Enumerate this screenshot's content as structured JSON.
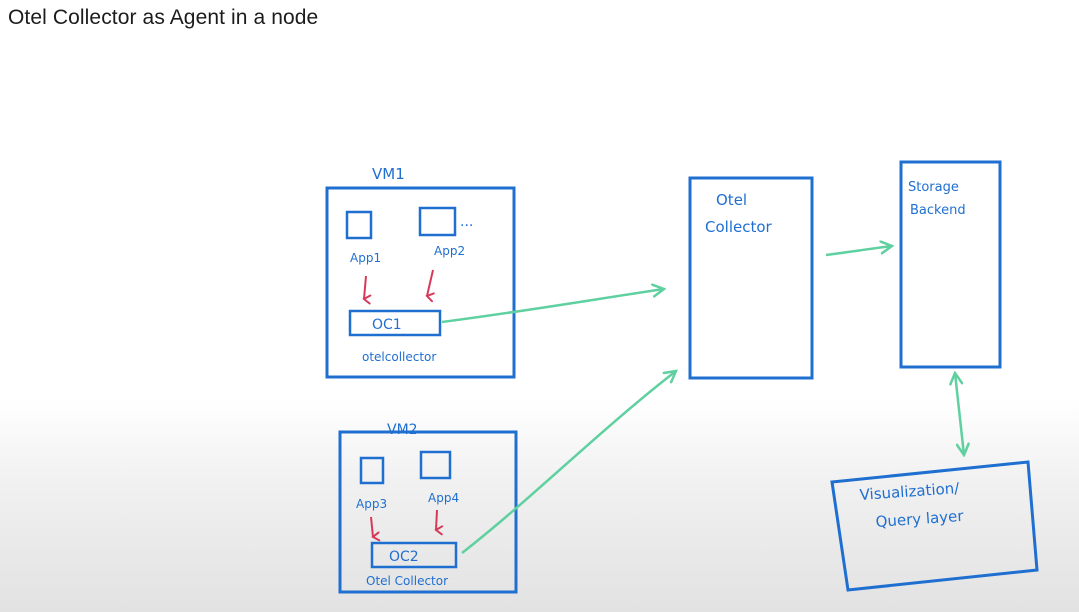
{
  "title": "Otel Collector as Agent in a node",
  "colors": {
    "box": "#1f6fd1",
    "app_arrow": "#d63a5a",
    "flow_arrow": "#5fd0a0"
  },
  "vm1": {
    "label": "VM1",
    "apps": [
      "App1",
      "App2"
    ],
    "ellipsis": "...",
    "collector_box": "OC1",
    "collector_caption": "otelcollector"
  },
  "vm2": {
    "label": "VM2",
    "apps": [
      "App3",
      "App4"
    ],
    "collector_box": "OC2",
    "collector_caption": "Otel Collector"
  },
  "central_collector": {
    "line1": "Otel",
    "line2": "Collector"
  },
  "storage": {
    "line1": "Storage",
    "line2": "Backend"
  },
  "visualization": {
    "line1": "Visualization/",
    "line2": "Query layer"
  }
}
